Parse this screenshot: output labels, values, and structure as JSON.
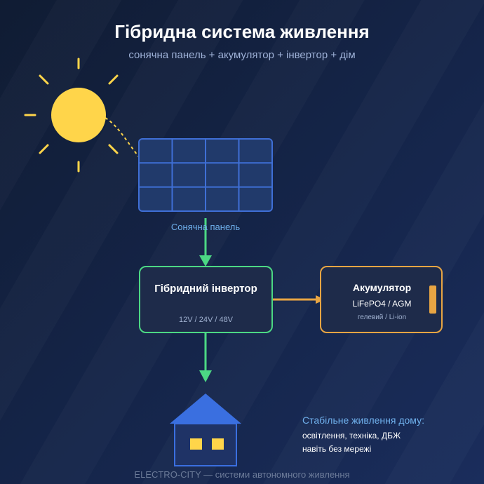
{
  "header": {
    "title": "Гібридна система живлення",
    "subtitle": "сонячна панель + акумулятор + інвертор + дім"
  },
  "solar_panel": {
    "label": "Сонячна панель"
  },
  "inverter": {
    "name": "Гібридний інвертор",
    "voltages": "12V / 24V / 48V"
  },
  "battery": {
    "name": "Акумулятор",
    "type": "LiFePO4 / AGM",
    "alt_types": "гелевий / Li-ion"
  },
  "home": {
    "title": "Стабільне живлення дому:",
    "line1": "освітлення, техніка, ДБЖ",
    "line2": "навіть без мережі"
  },
  "footer": {
    "text": "ELECTRO-CITY — системи автономного живлення"
  },
  "colors": {
    "sun": "#ffd54a",
    "panel": "#3f6fd6",
    "inverter_border": "#4cd884",
    "battery_border": "#e8a543",
    "house": "#3a6fe0"
  }
}
